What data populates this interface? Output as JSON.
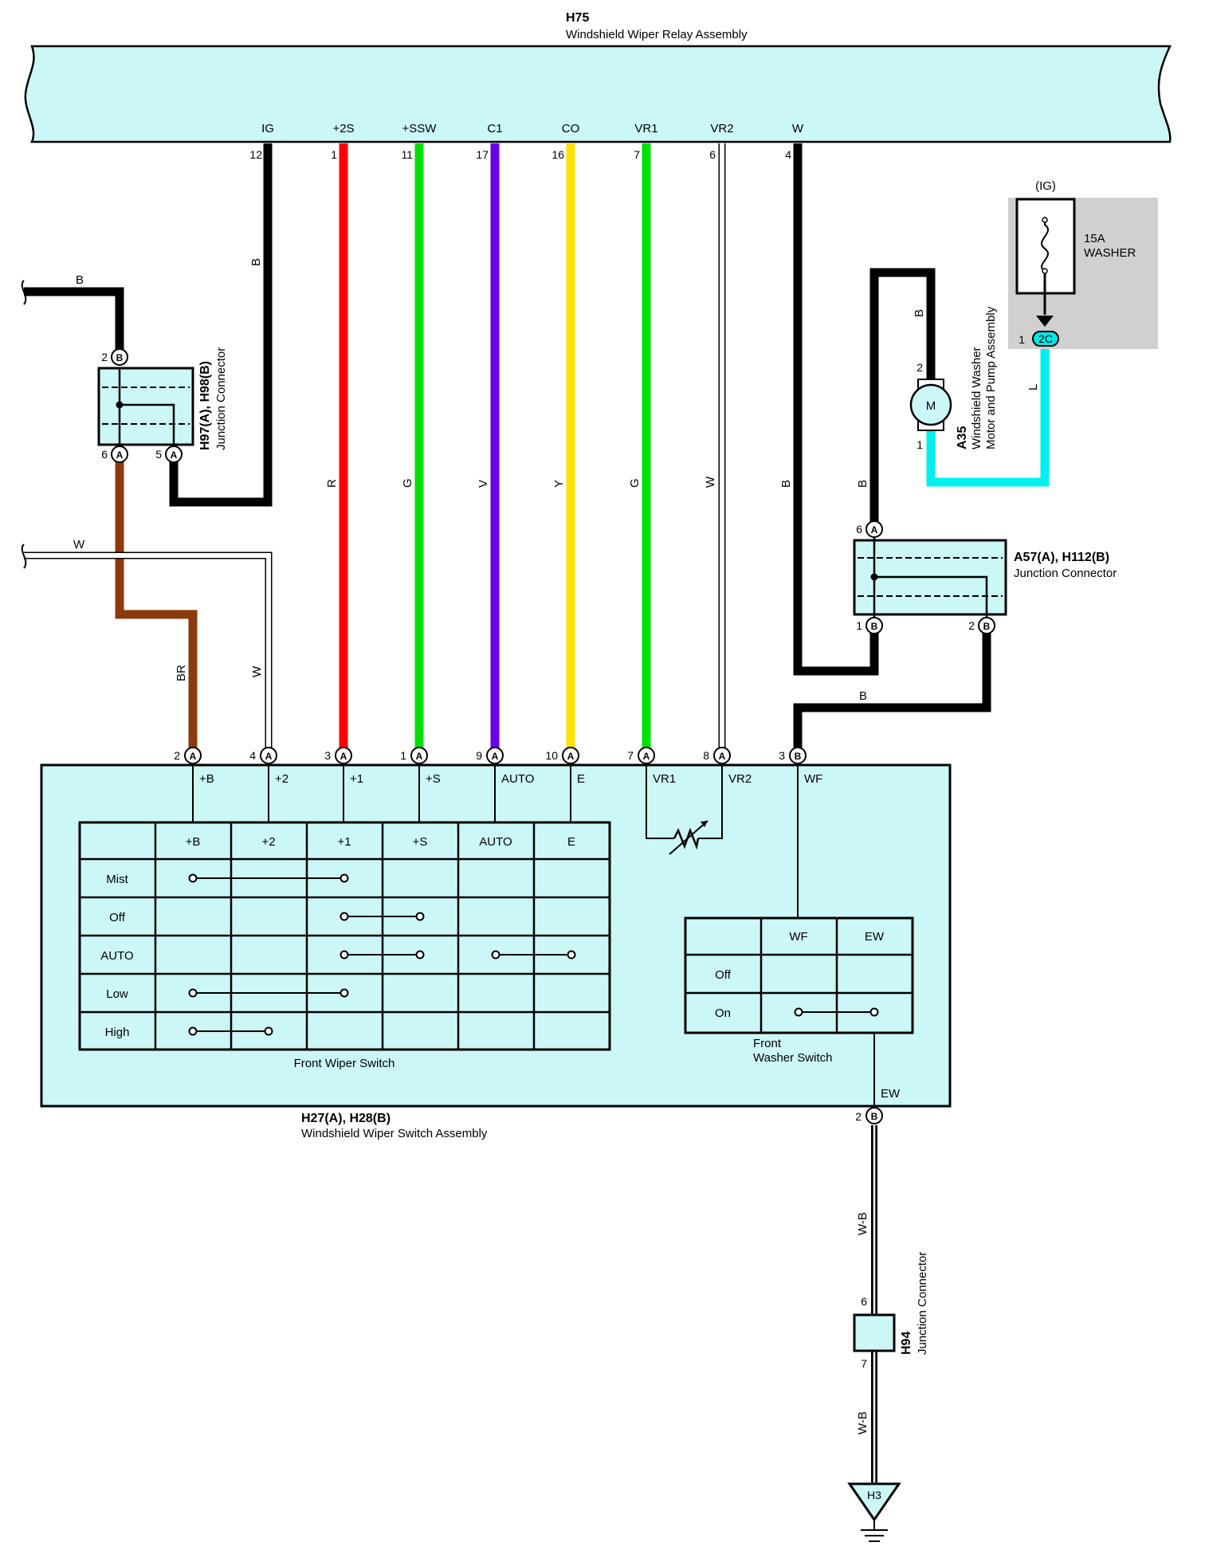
{
  "relay": {
    "id": "H75",
    "name": "Windshield Wiper Relay Assembly"
  },
  "relay_terminals": [
    {
      "label": "IG",
      "pin": "12",
      "wire": "B",
      "color": "#000000"
    },
    {
      "label": "+2S",
      "pin": "1",
      "wire": "R",
      "color": "#ff0000"
    },
    {
      "label": "+SSW",
      "pin": "11",
      "wire": "G",
      "color": "#00e000"
    },
    {
      "label": "C1",
      "pin": "17",
      "wire": "V",
      "color": "#6a00e8"
    },
    {
      "label": "CO",
      "pin": "16",
      "wire": "Y",
      "color": "#ffe000"
    },
    {
      "label": "VR1",
      "pin": "7",
      "wire": "G",
      "color": "#00e000"
    },
    {
      "label": "VR2",
      "pin": "6",
      "wire": "W",
      "color": "#ffffff"
    },
    {
      "label": "W",
      "pin": "4",
      "wire": "B",
      "color": "#000000"
    }
  ],
  "fuse": {
    "source": "(IG)",
    "rating": "15A",
    "name": "WASHER",
    "pin": "1",
    "conn": "2C"
  },
  "washer_motor": {
    "id": "A35",
    "line1": "Windshield Washer",
    "line2": "Motor and Pump Assembly",
    "symbol": "M",
    "pin_top": "2",
    "pin_bottom": "1",
    "wire_top": "B",
    "wire_supply": "L"
  },
  "jc_left": {
    "id": "H97(A), H98(B)",
    "name": "Junction Connector",
    "pin_top": "2",
    "pin_top_conn": "B",
    "pin_l": "6",
    "pin_l_conn": "A",
    "pin_r": "5",
    "pin_r_conn": "A",
    "wire_in": "B",
    "wire_out_l": "BR"
  },
  "jc_right": {
    "id": "A57(A), H112(B)",
    "name": "Junction Connector",
    "pin_top": "6",
    "pin_top_conn": "A",
    "pin_l": "1",
    "pin_l_conn": "B",
    "pin_r": "2",
    "pin_r_conn": "B",
    "wire_top": "B",
    "wire_out": "B"
  },
  "w_feed": {
    "wire": "W"
  },
  "switch_assembly": {
    "id": "H27(A), H28(B)",
    "name": "Windshield Wiper Switch Assembly",
    "terminals": [
      {
        "label": "+B",
        "pin": "2",
        "conn": "A"
      },
      {
        "label": "+2",
        "pin": "4",
        "conn": "A"
      },
      {
        "label": "+1",
        "pin": "3",
        "conn": "A"
      },
      {
        "label": "+S",
        "pin": "1",
        "conn": "A"
      },
      {
        "label": "AUTO",
        "pin": "9",
        "conn": "A"
      },
      {
        "label": "E",
        "pin": "10",
        "conn": "A"
      },
      {
        "label": "VR1",
        "pin": "7",
        "conn": "A"
      },
      {
        "label": "VR2",
        "pin": "8",
        "conn": "A"
      },
      {
        "label": "WF",
        "pin": "3",
        "conn": "B"
      }
    ],
    "ew": {
      "label": "EW",
      "pin": "2",
      "conn": "B"
    },
    "wire_labels": {
      "br": "BR",
      "w": "W"
    }
  },
  "wiper_switch": {
    "caption": "Front Wiper Switch",
    "columns": [
      "+B",
      "+2",
      "+1",
      "+S",
      "AUTO",
      "E"
    ],
    "rows": [
      "Mist",
      "Off",
      "AUTO",
      "Low",
      "High"
    ]
  },
  "washer_switch": {
    "caption_line1": "Front",
    "caption_line2": "Washer Switch",
    "columns": [
      "WF",
      "EW"
    ],
    "rows": [
      "Off",
      "On"
    ]
  },
  "jc_bottom": {
    "id": "H94",
    "name": "Junction Connector",
    "pin_top": "6",
    "pin_bottom": "7",
    "wire": "W-B"
  },
  "ground": {
    "id": "H3"
  }
}
